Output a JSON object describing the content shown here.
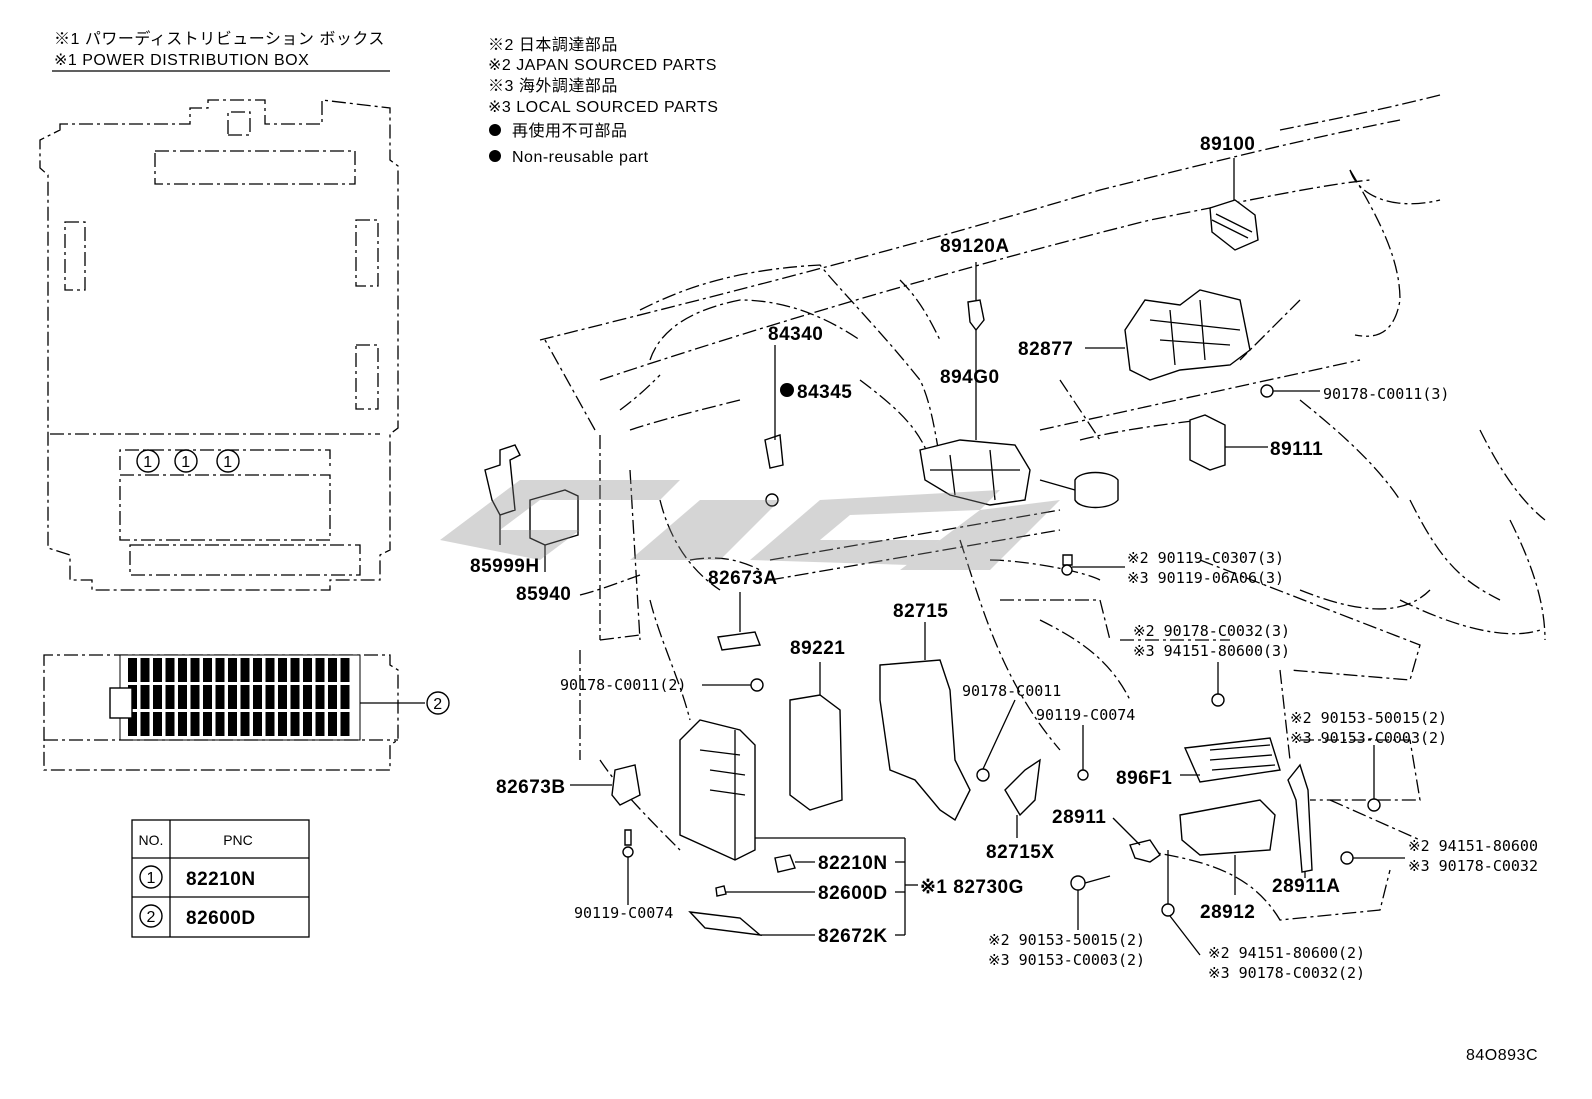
{
  "box_title": {
    "jp": "※1 パワーディストリビューション ボックス",
    "en": "※1 POWER DISTRIBUTION BOX"
  },
  "legend": [
    "※2 日本調達部品",
    "※2 JAPAN SOURCED PARTS",
    "※3 海外調達部品",
    "※3 LOCAL SOURCED PARTS",
    "再使用不可部品",
    "Non-reusable part"
  ],
  "circle_markers": [
    "1",
    "1",
    "1",
    "2"
  ],
  "pnc_table": {
    "headers": [
      "NO.",
      "PNC"
    ],
    "rows": [
      {
        "no": "1",
        "pnc": "82210N"
      },
      {
        "no": "2",
        "pnc": "82600D"
      }
    ]
  },
  "part_labels": {
    "p89100": "89100",
    "p89120A": "89120A",
    "p82877": "82877",
    "p84340": "84340",
    "p84345": "84345",
    "p894G0": "894G0",
    "p90178_C0011_3": "90178-C0011(3)",
    "p89111": "89111",
    "p85999H": "85999H",
    "p85940": "85940",
    "p82673A": "82673A",
    "p82715": "82715",
    "p89221": "89221",
    "p90119_C0307": "※2 90119-C0307(3)",
    "p90119_06A06": "※3 90119-06A06(3)",
    "p90178_C0032_3": "※2 90178-C0032(3)",
    "p94151_80600_3": "※3 94151-80600(3)",
    "p90178_C0011_2": "90178-C0011(2)",
    "p90178_C0011": "90178-C0011",
    "p90119_C0074_a": "90119-C0074",
    "p90153_50015_r": "※2 90153-50015(2)",
    "p90153_C0003_r": "※3 90153-C0003(2)",
    "p896F1": "896F1",
    "p82673B": "82673B",
    "p28911": "28911",
    "p82715X": "82715X",
    "p28911A": "28911A",
    "p94151_80600_r": "※2 94151-80600",
    "p90178_C0032_r": "※3 90178-C0032",
    "p82210N": "82210N",
    "p82600D": "82600D",
    "p82730G": "※1 82730G",
    "p82672K": "82672K",
    "p90119_C0074_b": "90119-C0074",
    "p28912": "28912",
    "p90153_50015_b": "※2 90153-50015(2)",
    "p90153_C0003_b": "※3 90153-C0003(2)",
    "p94151_80600_b": "※2 94151-80600(2)",
    "p90178_C0032_b": "※3 90178-C0032(2)"
  },
  "diagram_code": "84O893C"
}
